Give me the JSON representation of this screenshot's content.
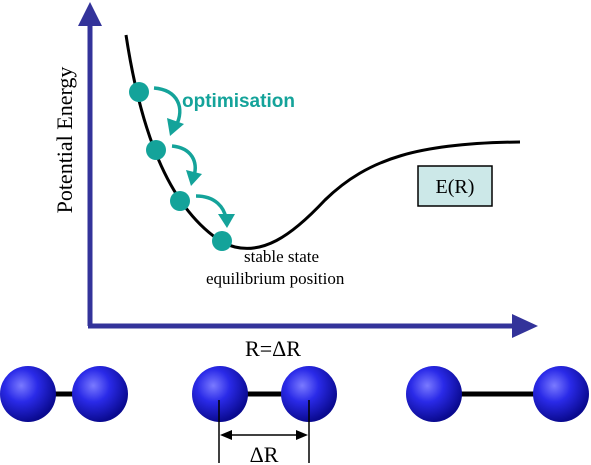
{
  "axis": {
    "y_label": "Potential Energy",
    "x_label": "R=ΔR"
  },
  "curve": {
    "label": "E(R)"
  },
  "annotations": {
    "optimisation": "optimisation",
    "stable_line1": "stable state",
    "stable_line2": "equilibrium position"
  },
  "bond_diagram": {
    "delta_label": "ΔR"
  },
  "colors": {
    "axis": "#33339a",
    "teal": "#14a39a",
    "box_fill": "#cce8e8",
    "atom": "#1e1ee0"
  }
}
